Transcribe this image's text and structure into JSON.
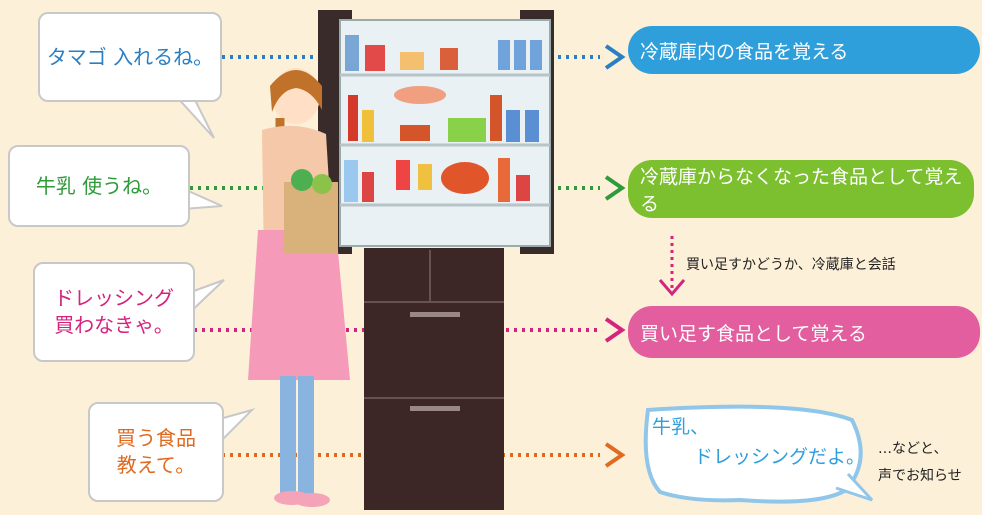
{
  "speech": [
    {
      "text": "タマゴ 入れるね。",
      "color": "#2a7fc4"
    },
    {
      "text": "牛乳 使うね。",
      "color": "#2f9a3a"
    },
    {
      "text": "ドレッシング\n買わなきゃ。",
      "color": "#d6237e"
    },
    {
      "text": "買う食品\n教えて。",
      "color": "#e06a1f"
    }
  ],
  "actions": [
    {
      "text": "冷蔵庫内の食品を覚える",
      "color": "#2f9fdc"
    },
    {
      "text": "冷蔵庫からなくなった食品として覚える",
      "color": "#7cbf2f"
    },
    {
      "text": "買い足す食品として覚える",
      "color": "#e35e9e"
    }
  ],
  "note": "買い足すかどうか、冷蔵庫と会話",
  "reply": {
    "line1": "牛乳、",
    "line2": "ドレッシングだよ。",
    "color": "#2f9fdc"
  },
  "tail": {
    "line1": "…などと、",
    "line2": "声でお知らせ"
  }
}
